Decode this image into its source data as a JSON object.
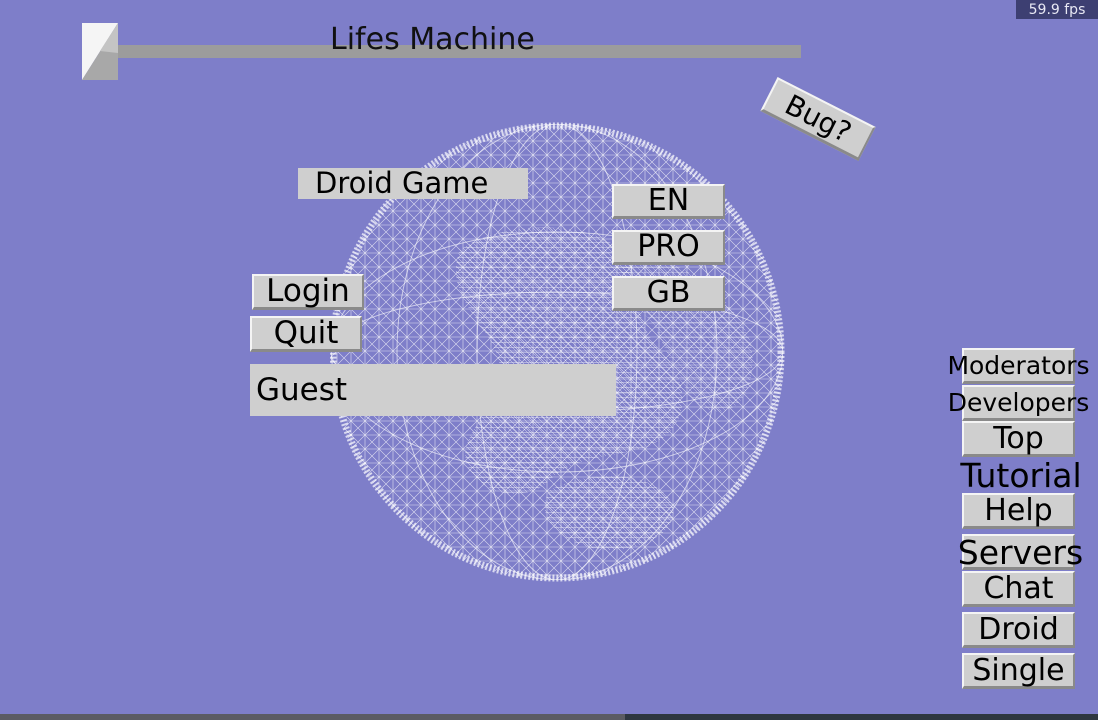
{
  "hud": {
    "fps": "59.9 fps"
  },
  "header": {
    "title": "Lifes Machine"
  },
  "buttons": {
    "bug": "Bug?",
    "login": "Login",
    "quit": "Quit"
  },
  "game_label": "Droid Game",
  "languages": [
    "EN",
    "PRO",
    "GB"
  ],
  "user": {
    "name": "Guest"
  },
  "menu": [
    "Moderators",
    "Developers",
    "Top",
    "Tutorial",
    "Help",
    "Servers",
    "Chat",
    "Droid",
    "Single"
  ],
  "colors": {
    "background": "#7e7ec9",
    "button": "#cfcfcf",
    "slider_track": "#9c9c9c",
    "fps_bg": "#3d3f72",
    "wireframe": "#ffffff"
  },
  "icons": {
    "slider_handle": "bevel-handle",
    "globe": "wireframe-globe"
  }
}
